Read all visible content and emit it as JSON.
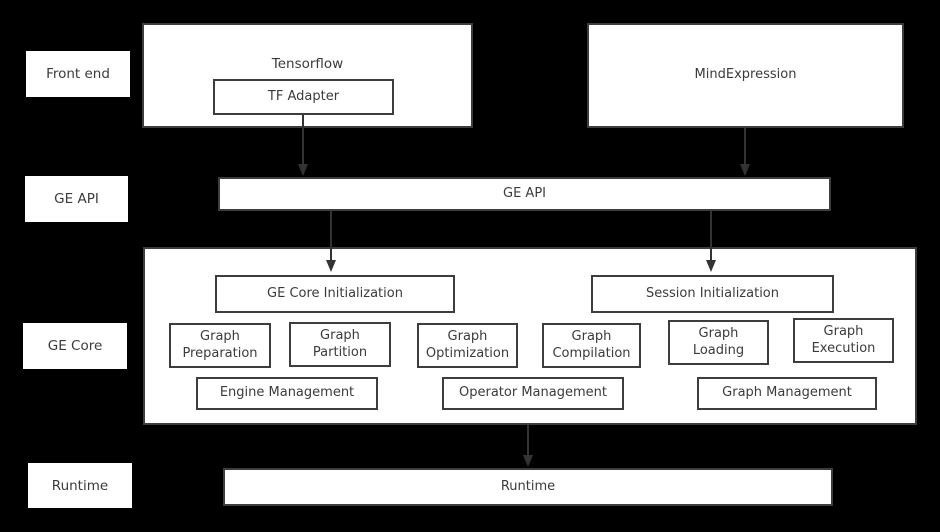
{
  "palette": {
    "background": "#000000",
    "box_fill": "#ffffff",
    "box_border": "#3d3d3d",
    "text": "#3b3b3b",
    "arrow": "#333333"
  },
  "row_labels": {
    "front_end": "Front end",
    "ge_api": "GE API",
    "ge_core": "GE Core",
    "runtime": "Runtime"
  },
  "front_end_layer": {
    "tensorflow_label": "Tensorflow",
    "tf_adapter_label": "TF Adapter",
    "mind_expression_label": "MindExpression"
  },
  "ge_api_layer": {
    "bar_label": "GE API"
  },
  "ge_core_layer": {
    "init_boxes": [
      "GE Core Initialization",
      "Session Initialization"
    ],
    "stage_boxes": [
      "Graph Preparation",
      "Graph Partition",
      "Graph Optimization",
      "Graph Compilation",
      "Graph Loading",
      "Graph Execution"
    ],
    "management_boxes": [
      "Engine Management",
      "Operator Management",
      "Graph Management"
    ]
  },
  "runtime_layer": {
    "bar_label": "Runtime"
  }
}
